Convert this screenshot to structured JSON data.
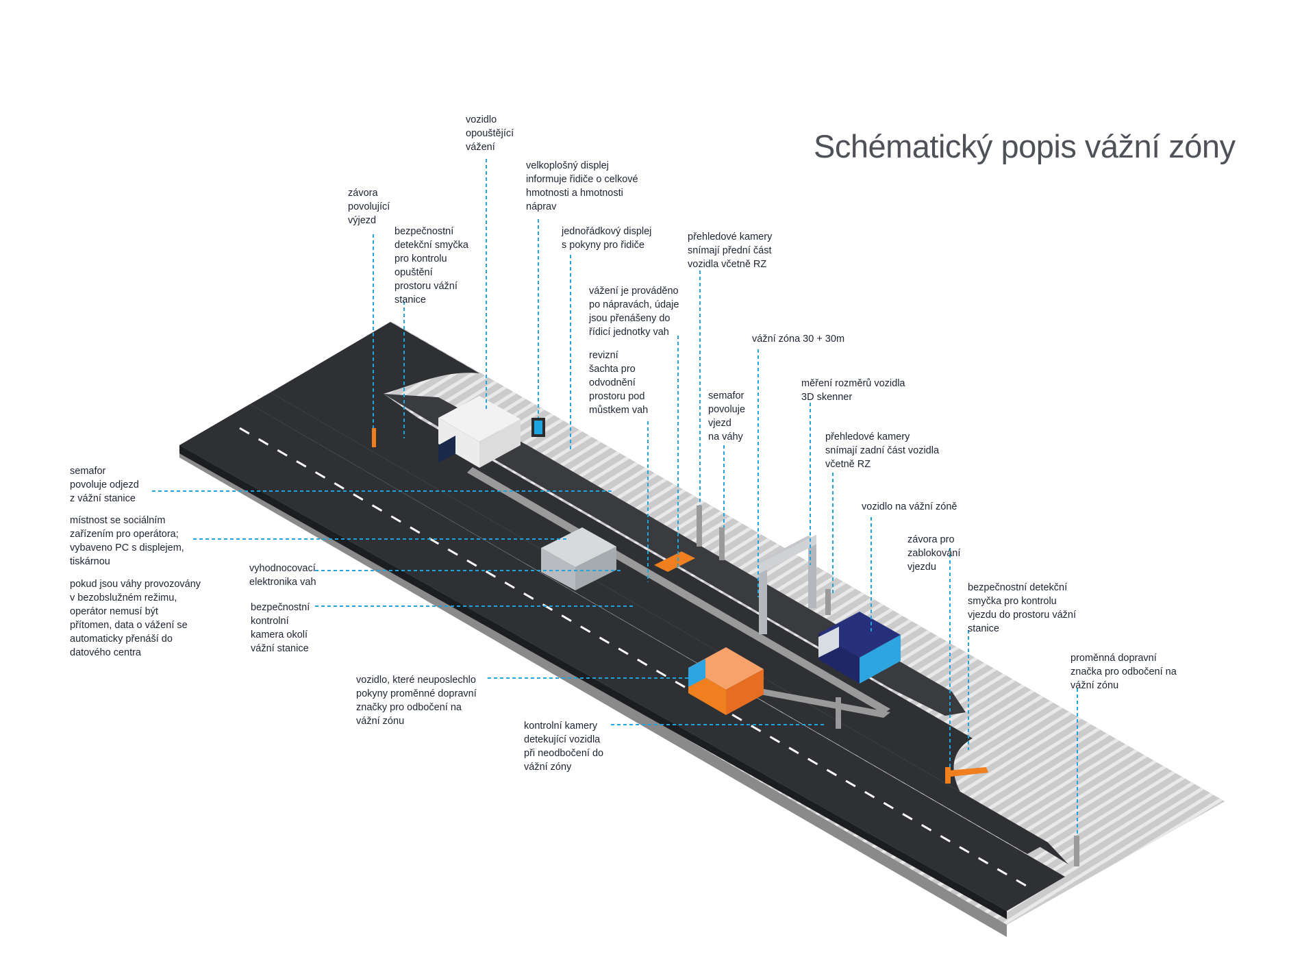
{
  "title": "Schématický popis vážní zóny",
  "colors": {
    "asphalt": "#3a3b3f",
    "paving": "#c9c9c9",
    "callout": "#1ea5e0",
    "accent": "#f07f1f",
    "truck_blue": "#2a2f7e",
    "truck_orange": "#f07f1f"
  },
  "labels": {
    "vozidlo_opoustejici": "vozidlo\nopouštějící\nvážení",
    "zavora_vyjezd": "závora\npovolující\nvýjezd",
    "smycka_opusteni": "bezpečnostní\ndetekční smyčka\npro kontrolu\nopuštění\nprostoru vážní\nstanice",
    "velkoplosny_displej": "velkoplošný displej\ninformuje řidiče o celkové\nhmotnosti a hmotnosti\nnáprav",
    "jednoradkovy_displej": "jednořádkový displej\ns pokyny pro řidiče",
    "kamery_predni": "přehledové kamery\nsnímají přední část\nvozidla včetně RZ",
    "vazeni_napravy": "vážení je prováděno\npo nápravách, údaje\njsou přenášeny do\nřídicí jednotky vah",
    "vazni_zona": "vážní zóna 30 + 30m",
    "revizni_sachta": "revizní\nšachta pro\nodvodnění\nprostoru pod\nmůstkem vah",
    "semafor_vjezd": "semafor\npovoluje\nvjezd\nna váhy",
    "mereni_rozmeru": "měření rozměrů vozidla\n3D skenner",
    "kamery_zadni": "přehledové kamery\nsnímají zadní část vozidla\nvčetně RZ",
    "vozidlo_na_zone": "vozidlo na vážní zóně",
    "zavora_vjezd": "závora pro\nzablokování\nvjezdu",
    "smycka_vjezd": "bezpečnostní detekční\nsmyčka pro kontrolu\nvjezdu do prostoru vážní\nstanice",
    "promenna_znacka": "proměnná dopravní\nznačka pro odbočení na\nvážní zónu",
    "semafor_odjezd": "semafor\npovoluje odjezd\nz vážní stanice",
    "mistnost": "místnost se sociálním\nzařízením pro operátora;\nvybaveno PC s displejem,\ntiskárnou",
    "bezobsluzny": "pokud jsou váhy provozovány\nv bezobslužném režimu,\noperátor nemusí být\npřítomen, data o vážení se\nautomaticky přenáší do\ndatového centra",
    "vyhodnocovaci": "vyhodnocovací\nelektronika vah",
    "kamera_okoli": "bezpečnostní\nkontrolní\nkamera okolí\nvážní stanice",
    "vozidlo_neuposlechlo": "vozidlo, které neuposlechlo\npokyny proměnné dopravní\nznačky pro odbočení na\nvážní zónu",
    "kontrolni_kamery": "kontrolní kamery\ndetekující vozidla\npři neodbočení do\nvážní zóny"
  }
}
